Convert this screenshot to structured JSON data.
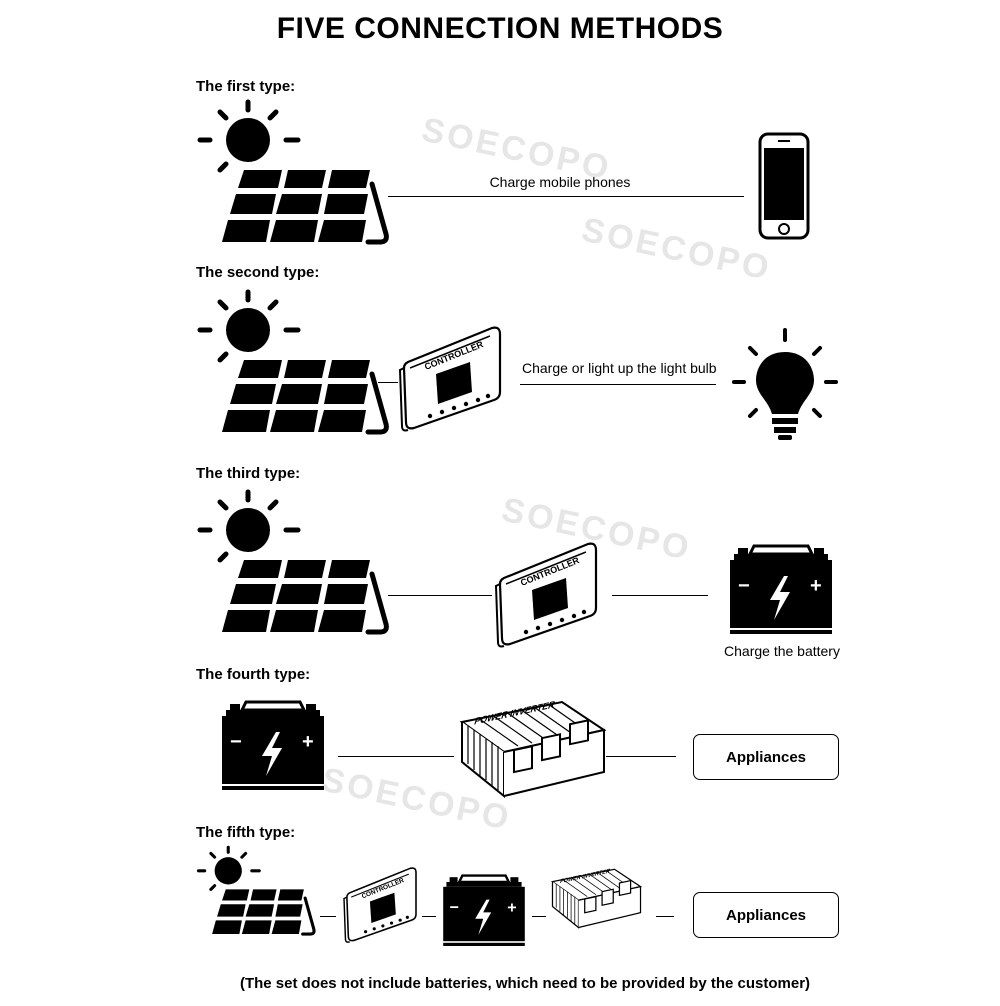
{
  "title": "FIVE CONNECTION METHODS",
  "watermark": "SOECOPO",
  "types": [
    {
      "label": "The first type:",
      "text": "Charge mobile phones"
    },
    {
      "label": "The second type:",
      "text": "Charge or light up the light bulb"
    },
    {
      "label": "The third type:",
      "text": "Charge the battery"
    },
    {
      "label": "The fourth type:",
      "text": "Appliances"
    },
    {
      "label": "The fifth type:",
      "text": "Appliances"
    }
  ],
  "device_labels": {
    "controller": "CONTROLLER",
    "inverter": "POWER INVERTER"
  },
  "battery_signs": {
    "minus": "−",
    "plus": "+"
  },
  "footnote": "(The set does not include batteries, which need to be provided by the customer)"
}
